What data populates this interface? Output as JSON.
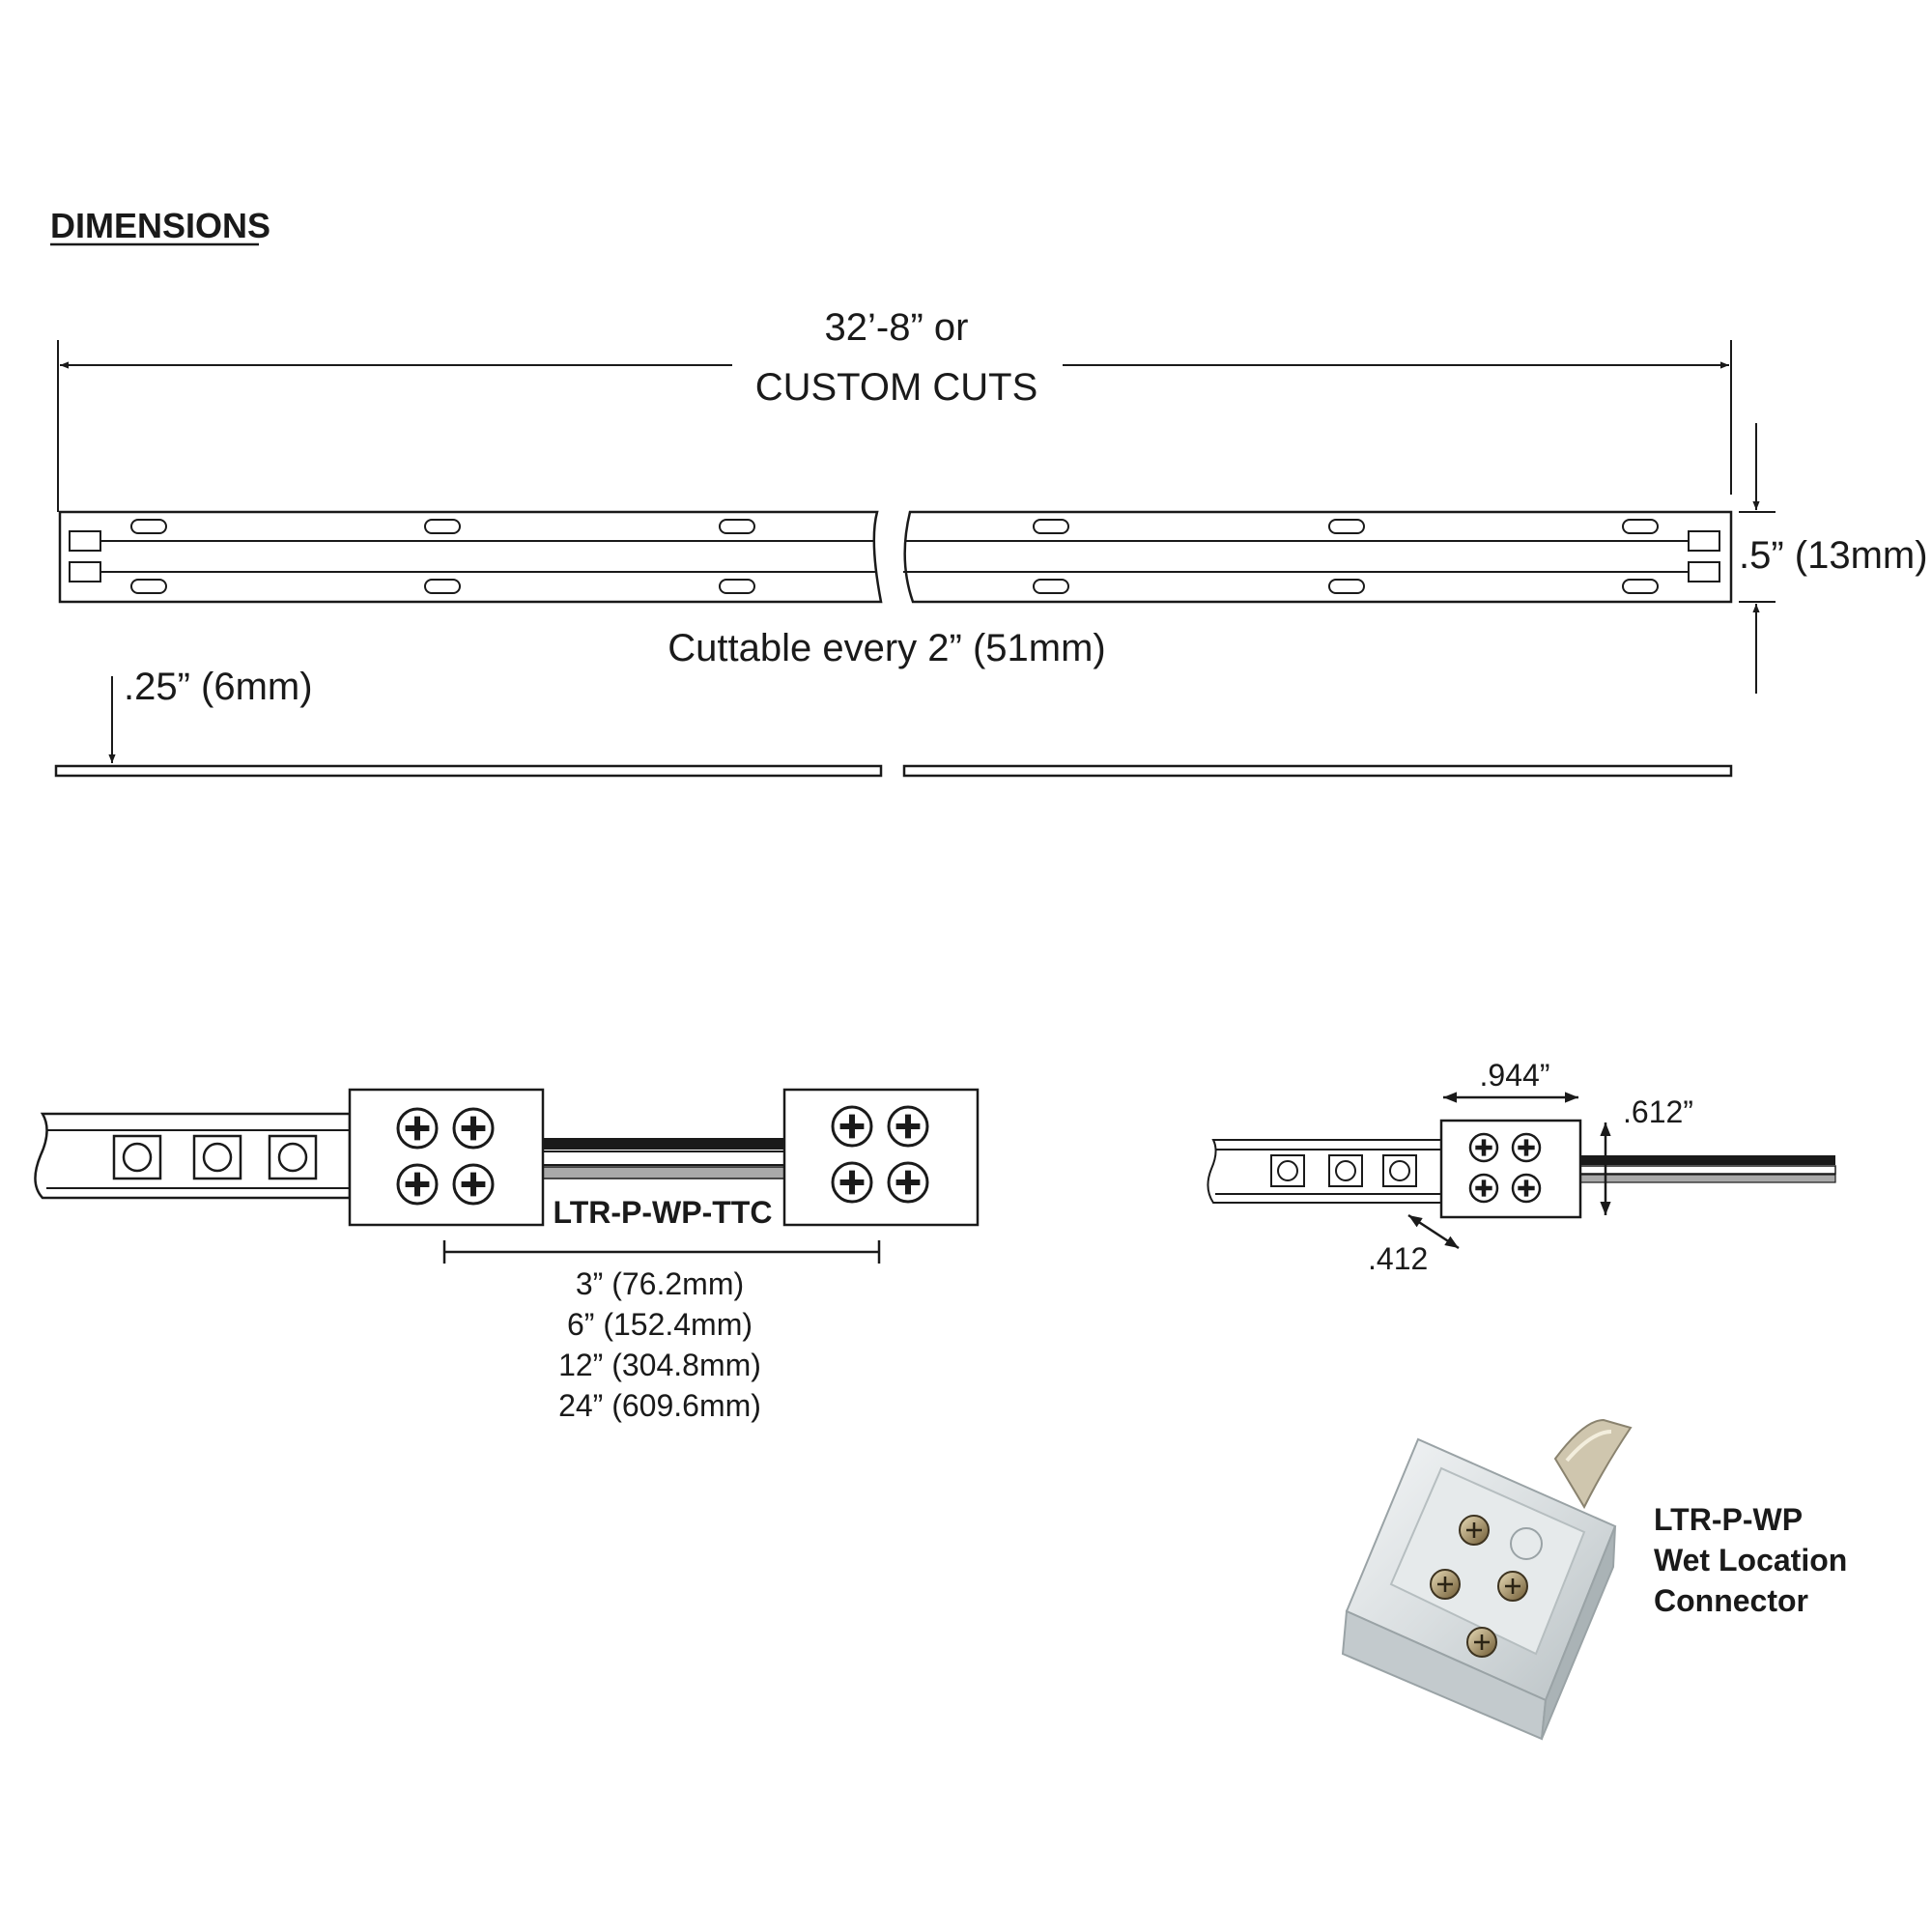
{
  "section_heading": "DIMENSIONS",
  "strip": {
    "length_line1": "32’-8” or",
    "length_line2": "CUSTOM CUTS",
    "width_label": ".5” (13mm)",
    "cut_interval": "Cuttable every 2” (51mm)",
    "thickness_label": ".25” (6mm)"
  },
  "jumper": {
    "model": "LTR-P-WP-TTC",
    "lengths": [
      "3” (76.2mm)",
      "6” (152.4mm)",
      "12” (304.8mm)",
      "24” (609.6mm)"
    ]
  },
  "connector": {
    "width_label": ".944”",
    "height_label": ".612”",
    "depth_label": ".412",
    "model": "LTR-P-WP",
    "desc_line1": "Wet Location",
    "desc_line2": "Connector"
  }
}
